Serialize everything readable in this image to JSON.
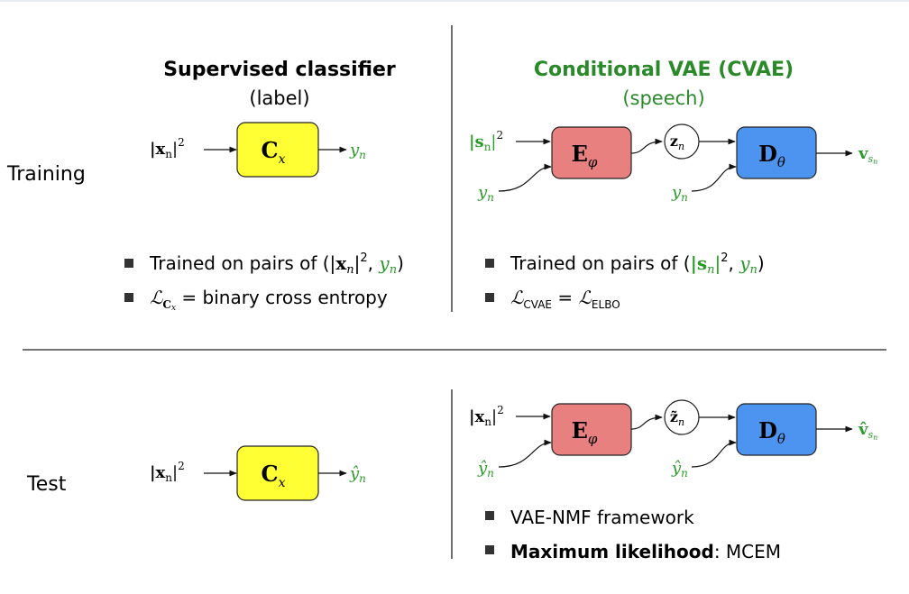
{
  "colors": {
    "green": "#2a9a2a",
    "classifier_fill": "#ffff33",
    "encoder_fill": "#e88080",
    "decoder_fill": "#4d94f0",
    "title_green": "#2a8a2a"
  },
  "rows": {
    "training": "Training",
    "test": "Test"
  },
  "left": {
    "title": "Supervised classifier",
    "subtitle": "(label)",
    "classifier_block": "C",
    "classifier_sub": "x",
    "input": "|x",
    "input_sub": "n",
    "input_sup": "2",
    "output": "y",
    "output_sub": "n",
    "test_output": "ŷ",
    "test_output_sub": "n",
    "bullets": [
      {
        "pre": "Trained on pairs of (|",
        "var": "x",
        "sub": "n",
        "mid": "|",
        "sup": "2",
        "sep": ", ",
        "y": "y",
        "ysub": "n",
        "post": ")"
      },
      {
        "loss": "ℒ",
        "lsub": "C",
        "lsubsub": "x",
        "rest": " = binary cross entropy"
      }
    ]
  },
  "right": {
    "title": "Conditional VAE (CVAE)",
    "subtitle": "(speech)",
    "encoder": "E",
    "encoder_sub": "φ",
    "decoder": "D",
    "decoder_sub": "θ",
    "latent": "z",
    "latent_sub": "n",
    "train_input": "|s",
    "train_input_sub": "n",
    "train_input_sup": "2",
    "cond": "y",
    "cond_sub": "n",
    "train_output": "v",
    "train_output_sub": "s",
    "train_output_subsub": "n",
    "test_input": "|x",
    "test_input_sub": "n",
    "test_input_sup": "2",
    "test_latent": "z̃",
    "test_cond": "ŷ",
    "test_output": "v̂",
    "bullets_train": [
      {
        "pre": "Trained on pairs of (",
        "sv": "|s",
        "sub": "n",
        "mid": "|",
        "sup": "2",
        "sep": ", ",
        "y": "y",
        "ysub": "n",
        "post": ")"
      },
      {
        "loss": "ℒ",
        "lsub": "CVAE",
        "eq": " = ",
        "loss2": "ℒ",
        "l2sub": "ELBO"
      }
    ],
    "bullets_test": [
      {
        "text": "VAE-NMF framework"
      },
      {
        "bold": "Maximum likelihood",
        "rest": ": MCEM"
      }
    ]
  }
}
